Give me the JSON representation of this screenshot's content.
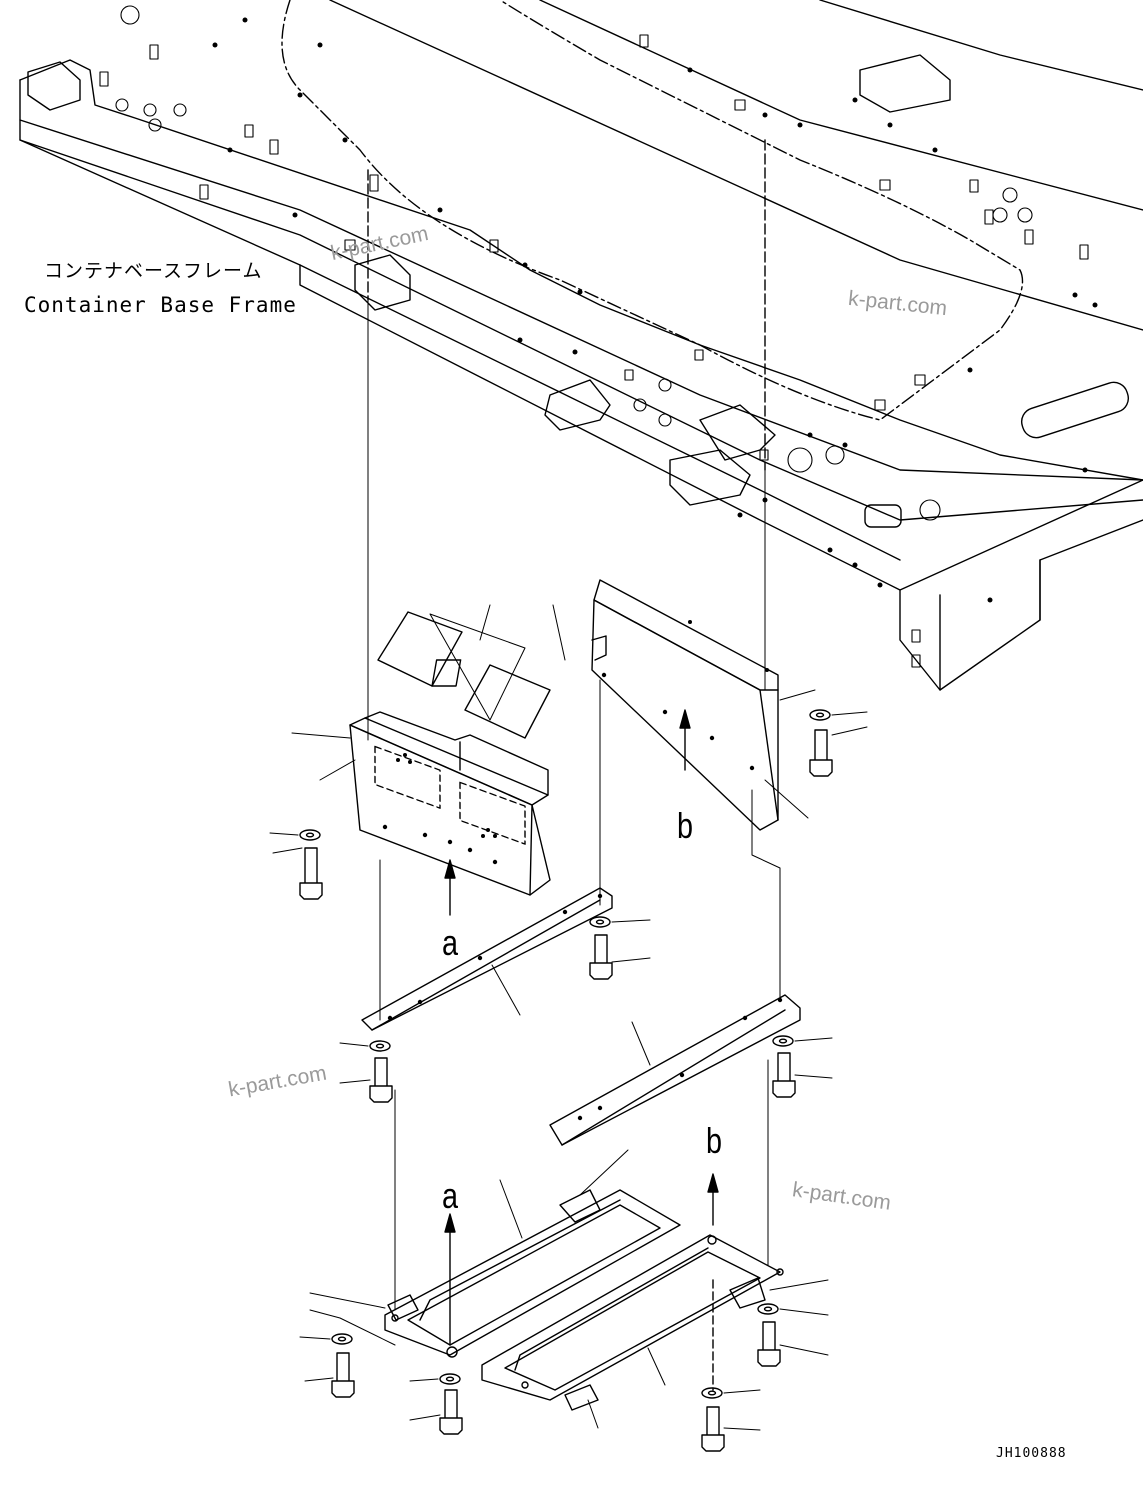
{
  "frame_label": {
    "japanese": "コンテナベースフレーム",
    "english": "Container Base Frame"
  },
  "watermark": "k-part.com",
  "drawing_code": "JH100888",
  "assembly_letters": {
    "a": "a",
    "b": "b"
  },
  "colors": {
    "line": "#000000",
    "watermark": "#9a9a9a",
    "background": "#ffffff"
  }
}
